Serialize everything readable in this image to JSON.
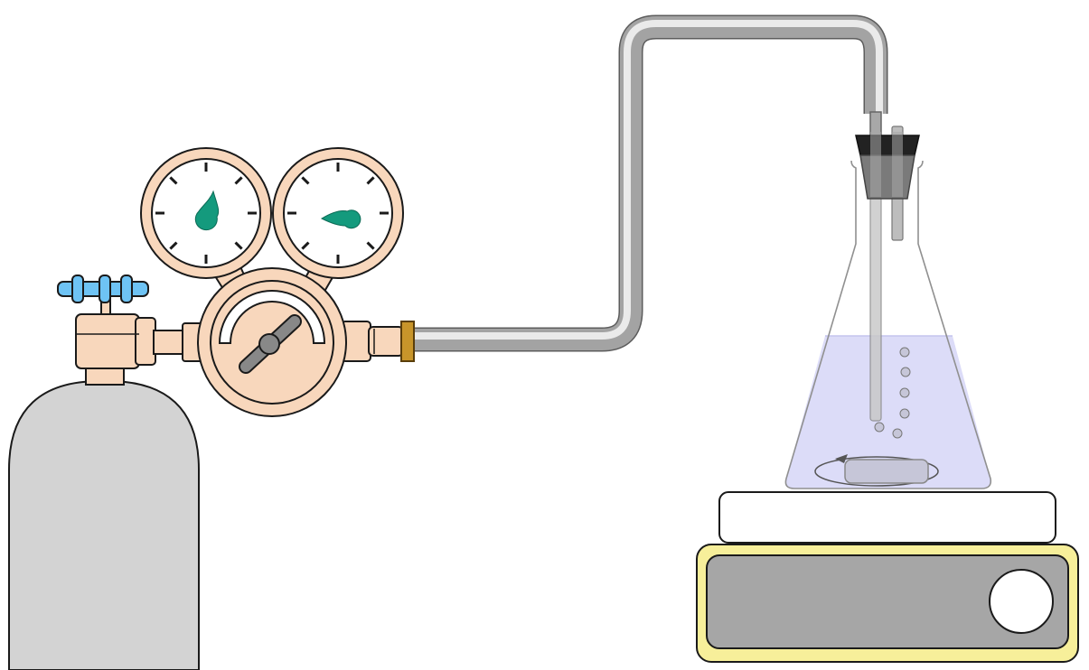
{
  "diagram": {
    "labels": [],
    "colors": {
      "cylinder": "#d3d3d3",
      "regulator": "#f8d7bc",
      "valve_handle": "#6ec3f4",
      "gauge_needle": "#149a7d",
      "brass_fitting": "#c8952a",
      "tube": "#b0b0b0",
      "stopper": "#222222",
      "stopper_lower": "#7a7a7a",
      "liquid": "#dcdcf8",
      "bubbles": "#c6c6d8",
      "stir_plate_frame": "#f7ef9a",
      "stir_plate_panel": "#a6a6a6",
      "stir_plate_top": "#ffffff",
      "outline": "#1a1a1a"
    },
    "parts": {
      "gas_cylinder": "gas-cylinder",
      "cylinder_valve": "cylinder-valve",
      "pressure_regulator": "pressure-regulator",
      "high_pressure_gauge": "high-pressure-gauge",
      "low_pressure_gauge": "low-pressure-gauge",
      "gas_tube": "gas-tube",
      "erlenmeyer_flask": "erlenmeyer-flask",
      "rubber_stopper": "rubber-stopper",
      "stir_bar": "stir-bar",
      "magnetic_stirrer": "magnetic-stirrer"
    }
  }
}
